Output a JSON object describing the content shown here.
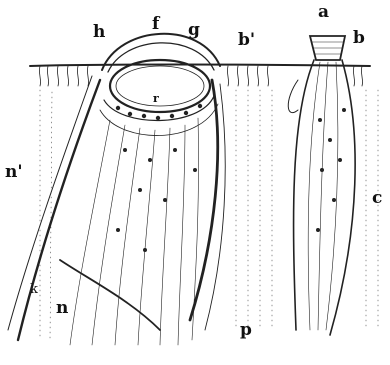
{
  "labels": {
    "a": "a",
    "b": "b",
    "b_prime": "b'",
    "c": "c",
    "f": "f",
    "g": "g",
    "h": "h",
    "k": "k",
    "n": "n",
    "n_prime": "n'",
    "p": "p",
    "r": "r"
  }
}
